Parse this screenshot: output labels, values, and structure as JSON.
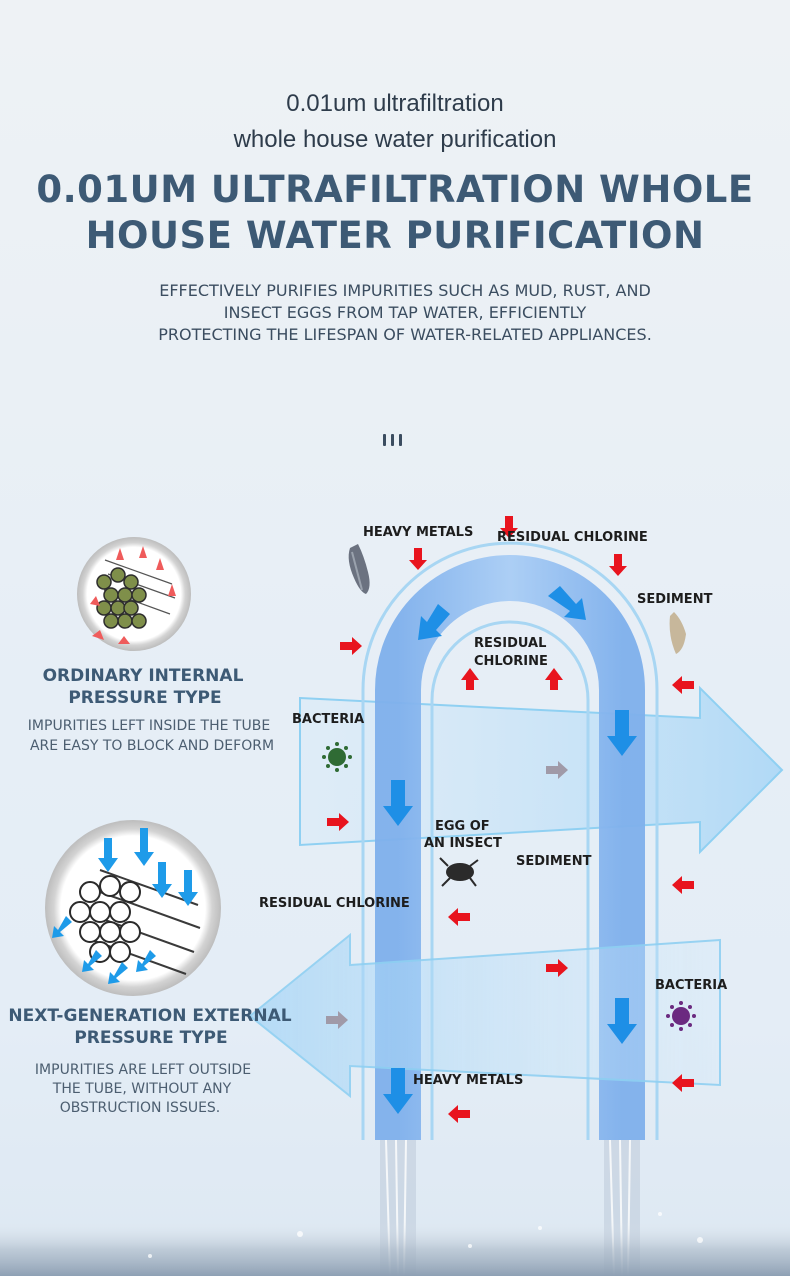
{
  "header": {
    "subtitle_line1": "0.01um ultrafiltration",
    "subtitle_line2": "whole house water purification",
    "headline_line1": "0.01UM ULTRAFILTRATION WHOLE",
    "headline_line2": "HOUSE WATER PURIFICATION",
    "desc_line1": "EFFECTIVELY PURIFIES IMPURITIES SUCH AS MUD, RUST, AND",
    "desc_line2": "INSECT EGGS FROM TAP WATER, EFFICIENTLY",
    "desc_line3": "PROTECTING THE LIFESPAN OF WATER-RELATED APPLIANCES."
  },
  "ordinary": {
    "title_line1": "ORDINARY INTERNAL",
    "title_line2": "PRESSURE TYPE",
    "desc_line1": "IMPURITIES LEFT INSIDE THE  TUBE",
    "desc_line2": "ARE EASY TO BLOCK AND DEFORM"
  },
  "external": {
    "title_line1": "NEXT-GENERATION EXTERNAL",
    "title_line2": "PRESSURE TYPE",
    "desc_line1": "IMPURITIES ARE LEFT OUTSIDE",
    "desc_line2": "THE TUBE, WITHOUT ANY",
    "desc_line3": "OBSTRUCTION ISSUES."
  },
  "diagram_labels": {
    "heavy_metals_top": "HEAVY METALS",
    "residual_chlorine_top": "RESIDUAL CHLORINE",
    "sediment_top": "SEDIMENT",
    "residual_inner_line1": "RESIDUAL",
    "residual_inner_line2": "CHLORINE",
    "bacteria_left": "BACTERIA",
    "egg_line1": "EGG OF",
    "egg_line2": "AN INSECT",
    "sediment_mid": "SEDIMENT",
    "residual_chlorine_left": "RESIDUAL CHLORINE",
    "bacteria_right": "BACTERIA",
    "heavy_metals_bottom": "HEAVY METALS"
  },
  "colors": {
    "headline": "#3d5a75",
    "tube": "#8ab8ee",
    "arrow_in": "#e8141e",
    "arrow_flow": "#1e8fe6"
  }
}
